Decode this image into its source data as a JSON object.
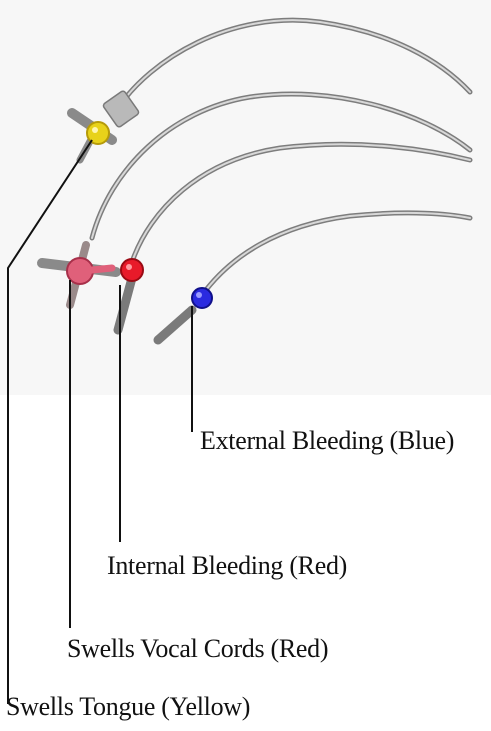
{
  "labels": {
    "external": "External Bleeding (Blue)",
    "internal": "Internal Bleeding (Red)",
    "vocal": "Swells Vocal Cords (Red)",
    "tongue": "Swells Tongue (Yellow)"
  },
  "colors": {
    "yellow": "#e8d21a",
    "pink": "#e0607a",
    "red": "#e81a2a",
    "blue": "#2a2ae0",
    "tube": "#9a9a9a",
    "line": "#111111"
  }
}
